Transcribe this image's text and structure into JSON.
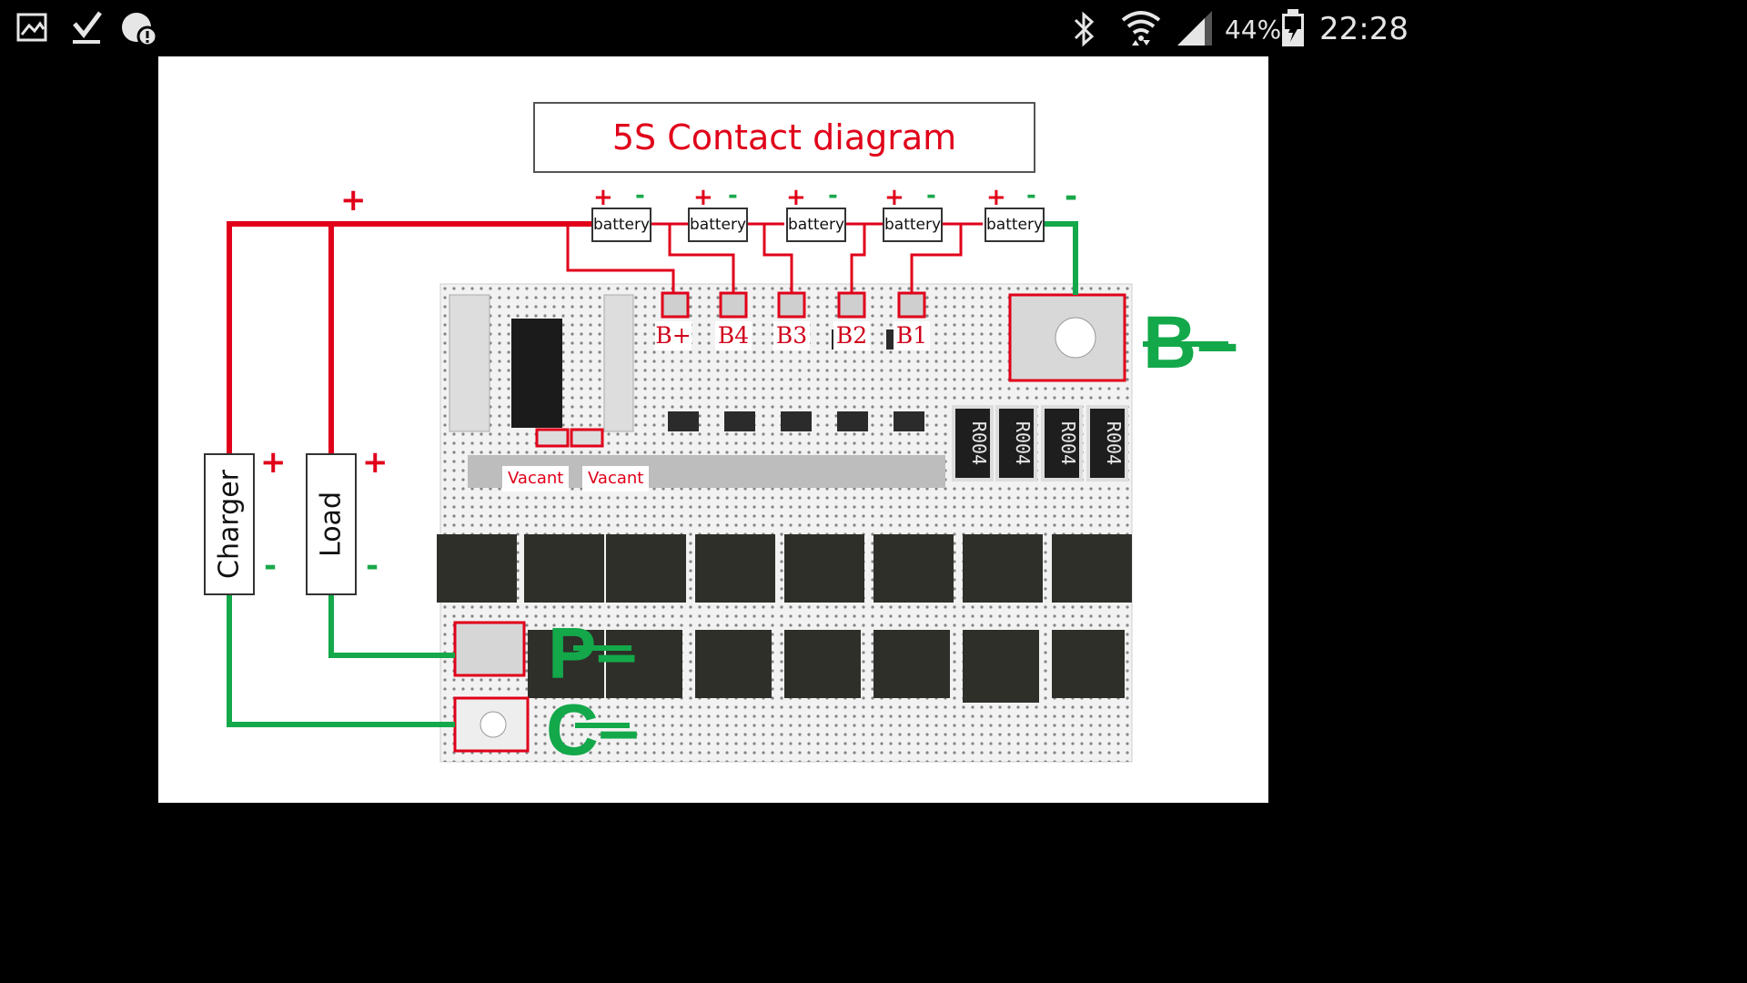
{
  "status_bar": {
    "icons_left": [
      "gallery-icon",
      "check-icon",
      "alert-badge-icon"
    ],
    "icons_right": [
      "bluetooth-icon",
      "wifi-icon",
      "signal-icon",
      "battery-icon"
    ],
    "battery_percent": "44%",
    "time": "22:28"
  },
  "diagram": {
    "title": "5S Contact diagram",
    "batteries": [
      "battery",
      "battery",
      "battery",
      "battery",
      "battery"
    ],
    "plus_sign": "+",
    "minus_sign": "-",
    "devices": {
      "charger": "Charger",
      "load": "Load"
    },
    "pins": [
      "B+",
      "B4",
      "B3",
      "B2",
      "B1"
    ],
    "vacant": [
      "Vacant",
      "Vacant"
    ],
    "terminals": {
      "b_minus": "B–",
      "p_minus": "P–",
      "c_minus": "C–"
    },
    "resistor_marking": [
      "R004",
      "R004",
      "R004",
      "R004"
    ],
    "colors": {
      "positive_wire": "#e0001a",
      "negative_wire": "#13a84a",
      "highlight": "#e0001a"
    }
  }
}
